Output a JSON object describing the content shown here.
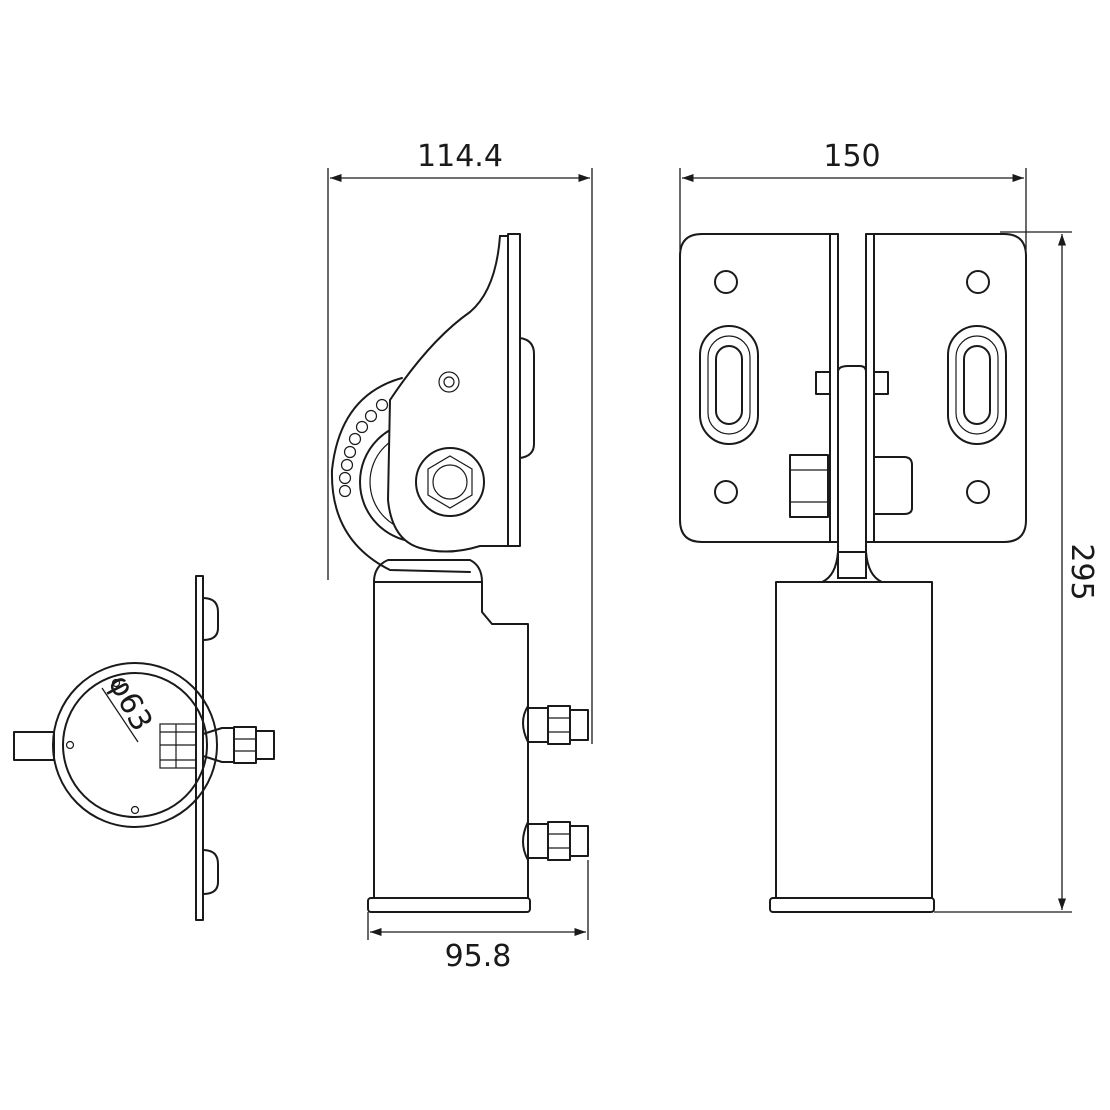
{
  "dimensions": {
    "side_width": "114.4",
    "front_width": "150",
    "total_height": "295",
    "base_width": "95.8",
    "pipe_diameter": "φ63"
  },
  "colors": {
    "line": "#1a1a1a",
    "background": "#ffffff"
  }
}
